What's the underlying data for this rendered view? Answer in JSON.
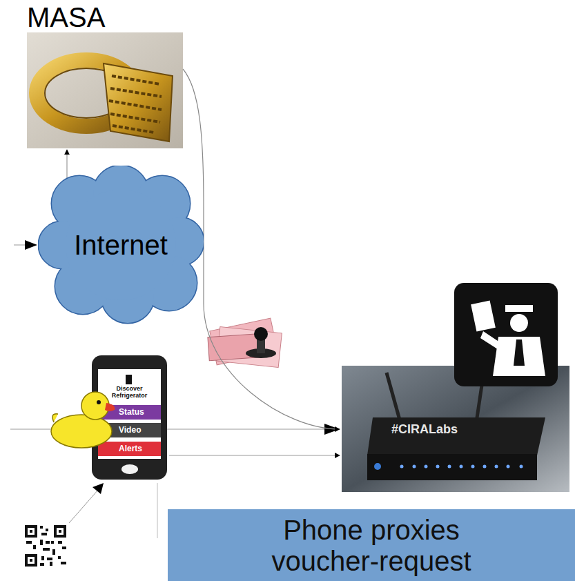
{
  "diagram": {
    "nodes": [
      {
        "text": [
          "MASA"
        ]
      },
      {
        "text": [
          "Internet"
        ]
      },
      {
        "text": [
          "Discover Refrigerator"
        ]
      },
      {
        "text": [
          "Status"
        ],
        "in": 2
      },
      {
        "text": [
          "Video"
        ],
        "in": 2
      },
      {
        "text": [
          "Alerts"
        ],
        "in": 2
      },
      {
        "text": [
          "#CIRALabs"
        ]
      },
      {
        "text": [
          "Phone proxies voucher-request"
        ]
      }
    ],
    "edges": [
      {
        "from": 1,
        "to": 0,
        "arrow": "to"
      },
      {
        "from": 0,
        "to": 6,
        "arrow": "to"
      },
      {
        "from": 2,
        "to": 6,
        "arrow": "to"
      }
    ]
  }
}
